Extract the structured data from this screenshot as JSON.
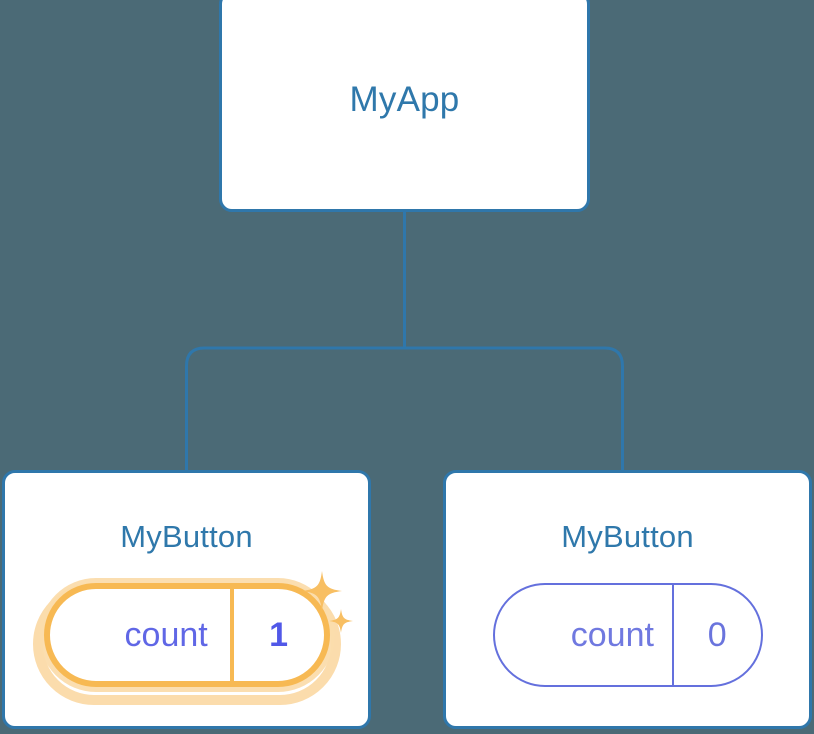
{
  "diagram": {
    "type": "component-tree",
    "background_color": "#4b6a76",
    "accent_color": "#2f78ab",
    "highlight_color": "#f7b953",
    "prop_color": "#6470dd"
  },
  "root": {
    "title": "MyApp"
  },
  "children": [
    {
      "title": "MyButton",
      "prop_key": "count",
      "prop_value": "1",
      "highlighted": true,
      "sparkle_large": "sparkle-icon",
      "sparkle_small": "sparkle-icon"
    },
    {
      "title": "MyButton",
      "prop_key": "count",
      "prop_value": "0",
      "highlighted": false
    }
  ]
}
